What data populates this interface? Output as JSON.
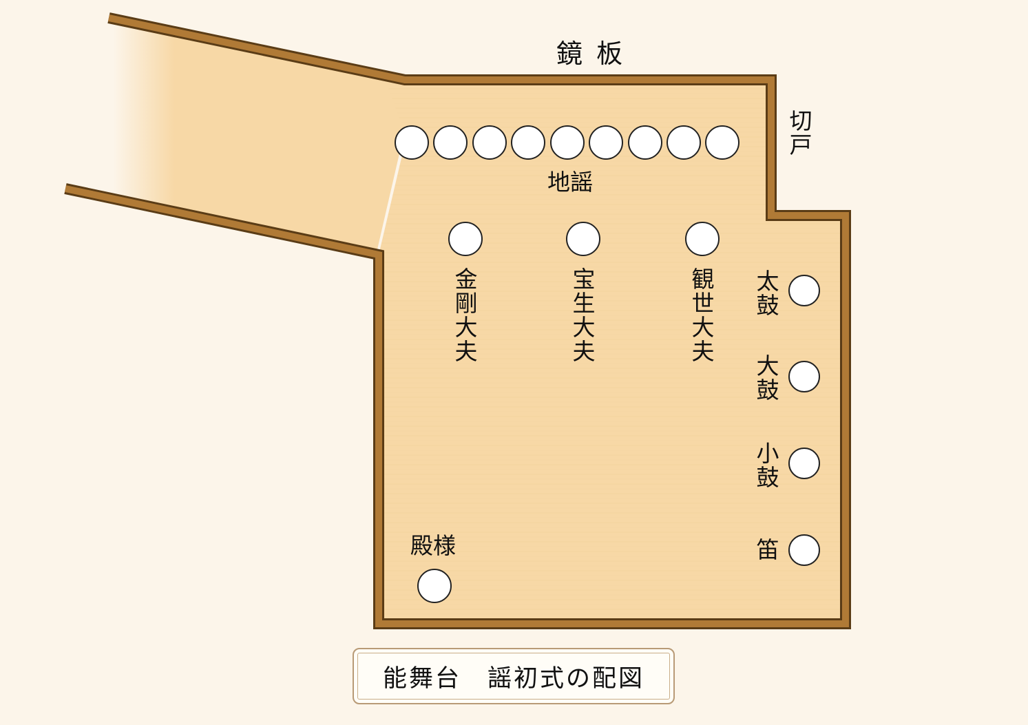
{
  "labels": {
    "kagami_ita": "鏡 板",
    "kirido": "切戸",
    "jiutai": "地謡",
    "kongo": "金剛大夫",
    "hosho": "宝生大夫",
    "kanze": "観世大夫",
    "taiko": "太鼓",
    "otsuzumi": "大鼓",
    "kotsuzumi": "小鼓",
    "fue": "笛",
    "tonosama": "殿様"
  },
  "title": "能舞台　謡初式の配図",
  "colors": {
    "background": "#fcf5ea",
    "stage_fill": "#f7d8a6",
    "stage_border": "#9a6a2e",
    "stage_border_dark": "#5a3c16",
    "seat_fill": "#ffffff",
    "seat_stroke": "#222222"
  }
}
